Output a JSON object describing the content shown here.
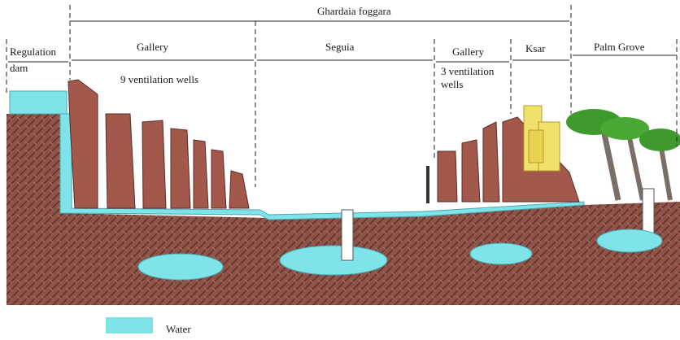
{
  "diagram": {
    "title": "Ghardaia foggara",
    "sections": {
      "regulation_dam": [
        "Regulation",
        "dam"
      ],
      "gallery_left": "Gallery",
      "gallery_left_wells": "9 ventilation wells",
      "seguia": "Seguia",
      "gallery_right": "Gallery",
      "gallery_right_wells": [
        "3 ventilation",
        "wells"
      ],
      "ksar": "Ksar",
      "palm_grove": "Palm Grove"
    },
    "legend": {
      "label": "Water",
      "color": "#7fe3ea"
    },
    "colors": {
      "soil": "#8e5348",
      "wells": "#a3584c",
      "water": "#7fe3ea",
      "buildings": "#f1e16a",
      "palms": "#3f9a2e"
    }
  }
}
